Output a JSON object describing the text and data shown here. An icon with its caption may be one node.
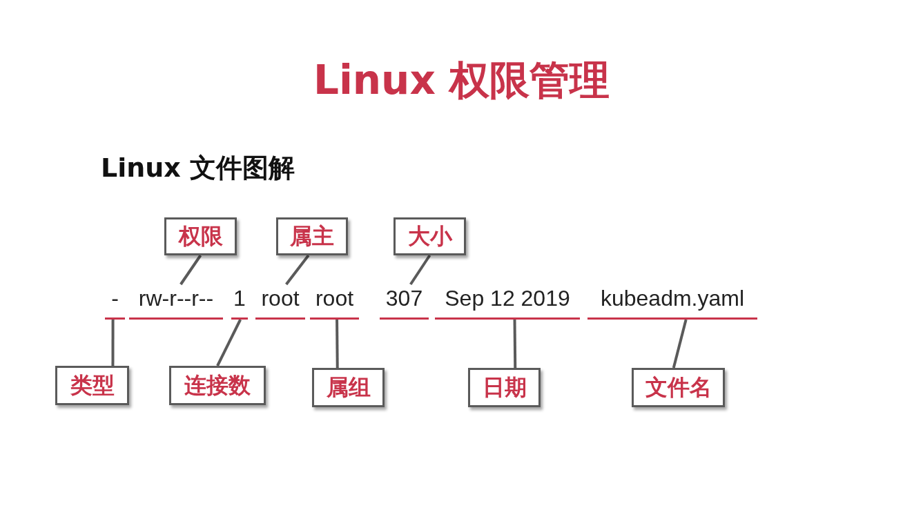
{
  "diagram": {
    "title": "Linux 权限管理",
    "nodes": [
      {
        "text": [
          "权限"
        ]
      },
      {
        "text": [
          "属主"
        ]
      },
      {
        "text": [
          "大小"
        ]
      },
      {
        "text": [
          "-"
        ]
      },
      {
        "text": [
          "rw-r--r--"
        ]
      },
      {
        "text": [
          "1"
        ]
      },
      {
        "text": [
          "root"
        ]
      },
      {
        "text": [
          "root"
        ]
      },
      {
        "text": [
          "307"
        ]
      },
      {
        "text": [
          "Sep 12 2019"
        ]
      },
      {
        "text": [
          "kubeadm.yaml"
        ]
      },
      {
        "text": [
          "类型"
        ]
      },
      {
        "text": [
          "连接数"
        ]
      },
      {
        "text": [
          "属组"
        ]
      },
      {
        "text": [
          "日期"
        ]
      },
      {
        "text": [
          "文件名"
        ]
      }
    ],
    "edges": [
      {
        "from": 0,
        "to": 4,
        "arrow": "none"
      },
      {
        "from": 1,
        "to": 6,
        "arrow": "none"
      },
      {
        "from": 2,
        "to": 8,
        "arrow": "none"
      },
      {
        "from": 11,
        "to": 3,
        "arrow": "none"
      },
      {
        "from": 12,
        "to": 5,
        "arrow": "none"
      },
      {
        "from": 13,
        "to": 7,
        "arrow": "none"
      },
      {
        "from": 14,
        "to": 9,
        "arrow": "none"
      },
      {
        "from": 15,
        "to": 10,
        "arrow": "none"
      }
    ],
    "labels": [
      "Linux 文件图解"
    ]
  }
}
